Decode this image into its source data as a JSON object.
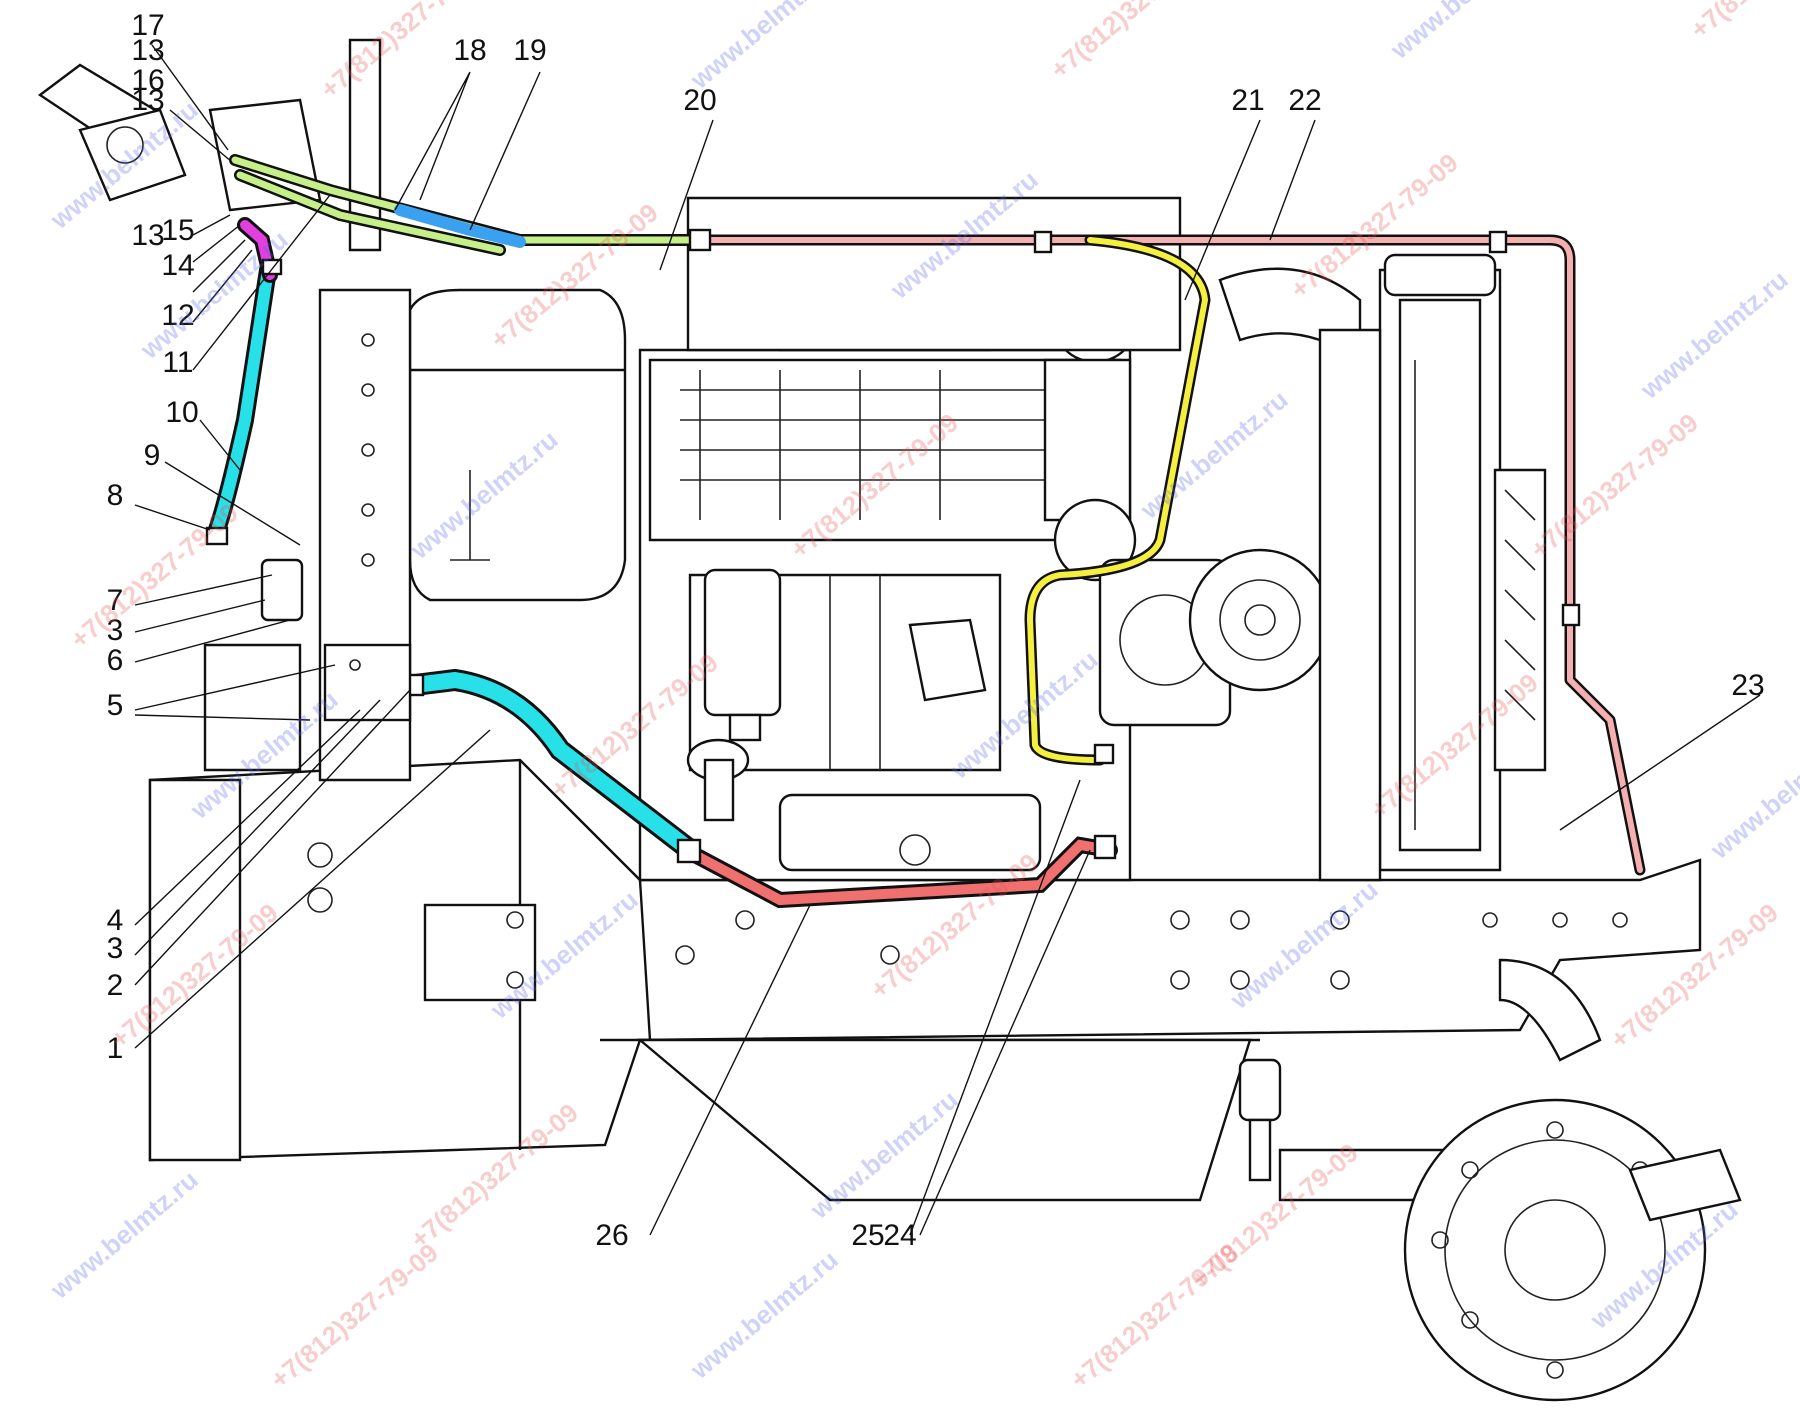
{
  "diagram": {
    "callouts": [
      "1",
      "2",
      "3",
      "3",
      "4",
      "5",
      "6",
      "7",
      "8",
      "9",
      "10",
      "11",
      "12",
      "13",
      "13",
      "13",
      "14",
      "15",
      "16",
      "17",
      "18",
      "19",
      "20",
      "21",
      "22",
      "23",
      "24",
      "25",
      "26"
    ],
    "watermarks": [
      "www.belmtz.ru",
      "+7(812)327-79-09"
    ]
  },
  "colors": {
    "line": "#111111",
    "hose_cyan": "#27e0e8",
    "pipe_red": "#f07070",
    "pipe_pink": "#f4b0b0",
    "pipe_yellow": "#f5ef40",
    "pipe_lightgreen": "#c6ef8a",
    "pipe_blue": "#3aa0f0",
    "hose_magenta": "#e23ee0",
    "watermark_blue": "#5a64e8",
    "watermark_red": "#e85050"
  }
}
